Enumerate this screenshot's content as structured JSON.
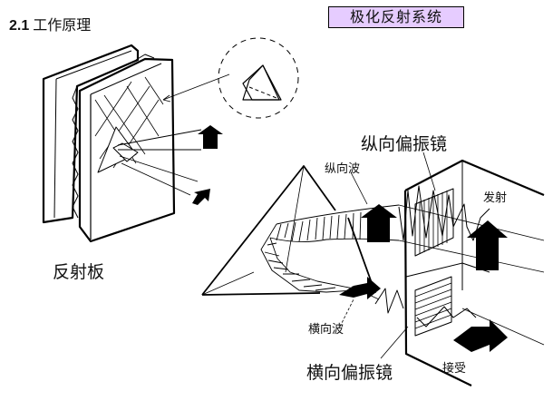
{
  "heading": {
    "number": "2.1",
    "title": "工作原理"
  },
  "badge": {
    "text": "极化反射系统",
    "color": "#e6ccff"
  },
  "labels": {
    "reflector": "反射板",
    "vertical_polarizer": "纵向偏振镜",
    "vertical_wave": "纵向波",
    "emit": "发射",
    "horizontal_wave": "横向波",
    "horizontal_polarizer": "横向偏振镜",
    "receive": "接受"
  }
}
